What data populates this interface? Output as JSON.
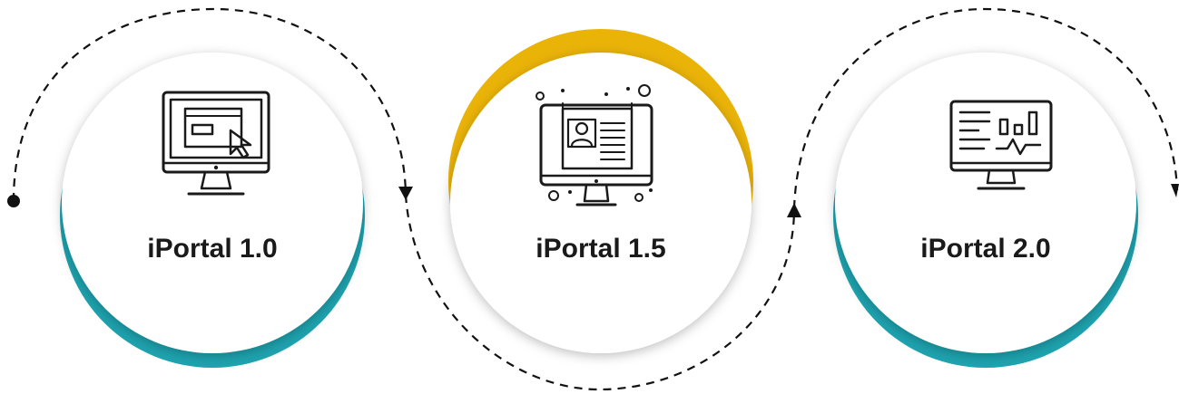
{
  "accent_colors": {
    "teal": "#1EA3AF",
    "gold": "#EAB308",
    "path_stroke": "#111111"
  },
  "stages": [
    {
      "label": "iPortal 1.0",
      "icon": "monitor-cursor-icon",
      "accent": "teal",
      "accent_position": "bottom"
    },
    {
      "label": "iPortal 1.5",
      "icon": "monitor-profile-icon",
      "accent": "gold",
      "accent_position": "top"
    },
    {
      "label": "iPortal 2.0",
      "icon": "monitor-analytics-icon",
      "accent": "teal",
      "accent_position": "bottom"
    }
  ],
  "connector": {
    "style": "dashed",
    "direction": "left-to-right",
    "start_marker": "dot",
    "end_marker": "arrow"
  }
}
